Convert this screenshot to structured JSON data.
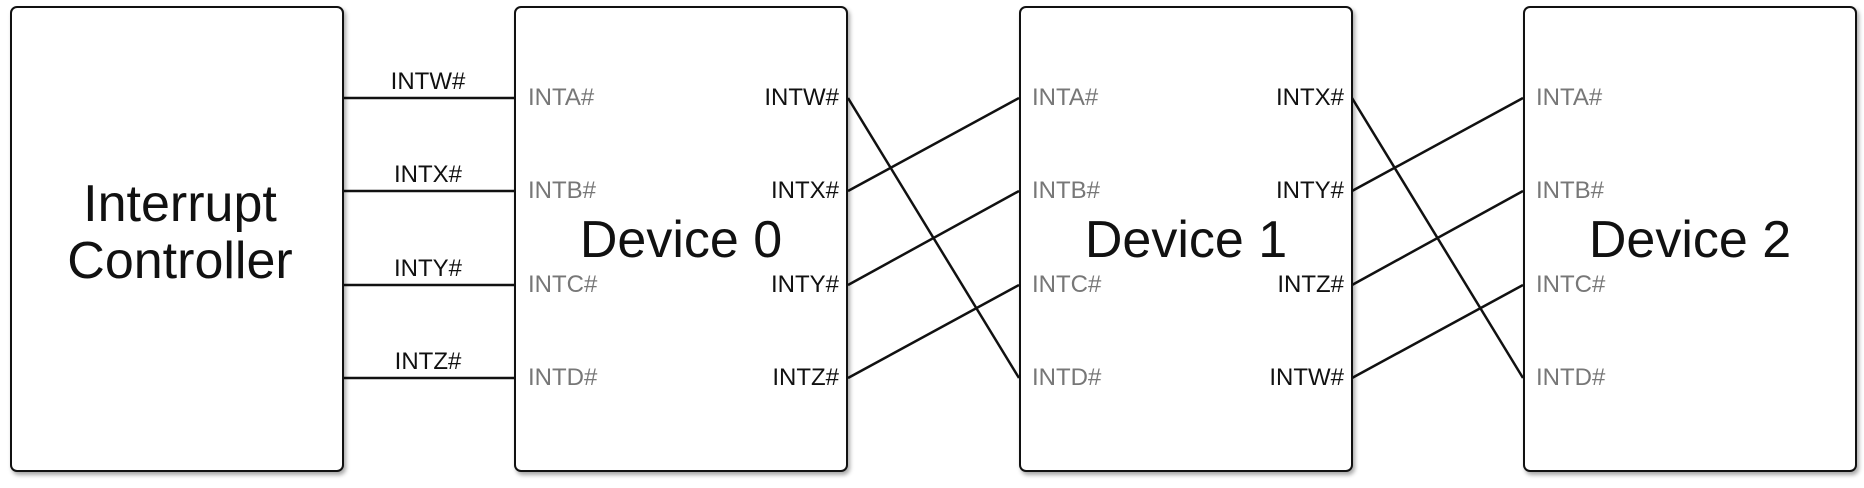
{
  "controller": {
    "title_line1": "Interrupt",
    "title_line2": "Controller",
    "outputs": [
      "INTW#",
      "INTX#",
      "INTY#",
      "INTZ#"
    ]
  },
  "devices": [
    {
      "name": "Device 0",
      "inputs": [
        "INTA#",
        "INTB#",
        "INTC#",
        "INTD#"
      ],
      "outputs": [
        "INTW#",
        "INTX#",
        "INTY#",
        "INTZ#"
      ]
    },
    {
      "name": "Device 1",
      "inputs": [
        "INTA#",
        "INTB#",
        "INTC#",
        "INTD#"
      ],
      "outputs": [
        "INTX#",
        "INTY#",
        "INTZ#",
        "INTW#"
      ]
    },
    {
      "name": "Device 2",
      "inputs": [
        "INTA#",
        "INTB#",
        "INTC#",
        "INTD#"
      ]
    }
  ]
}
